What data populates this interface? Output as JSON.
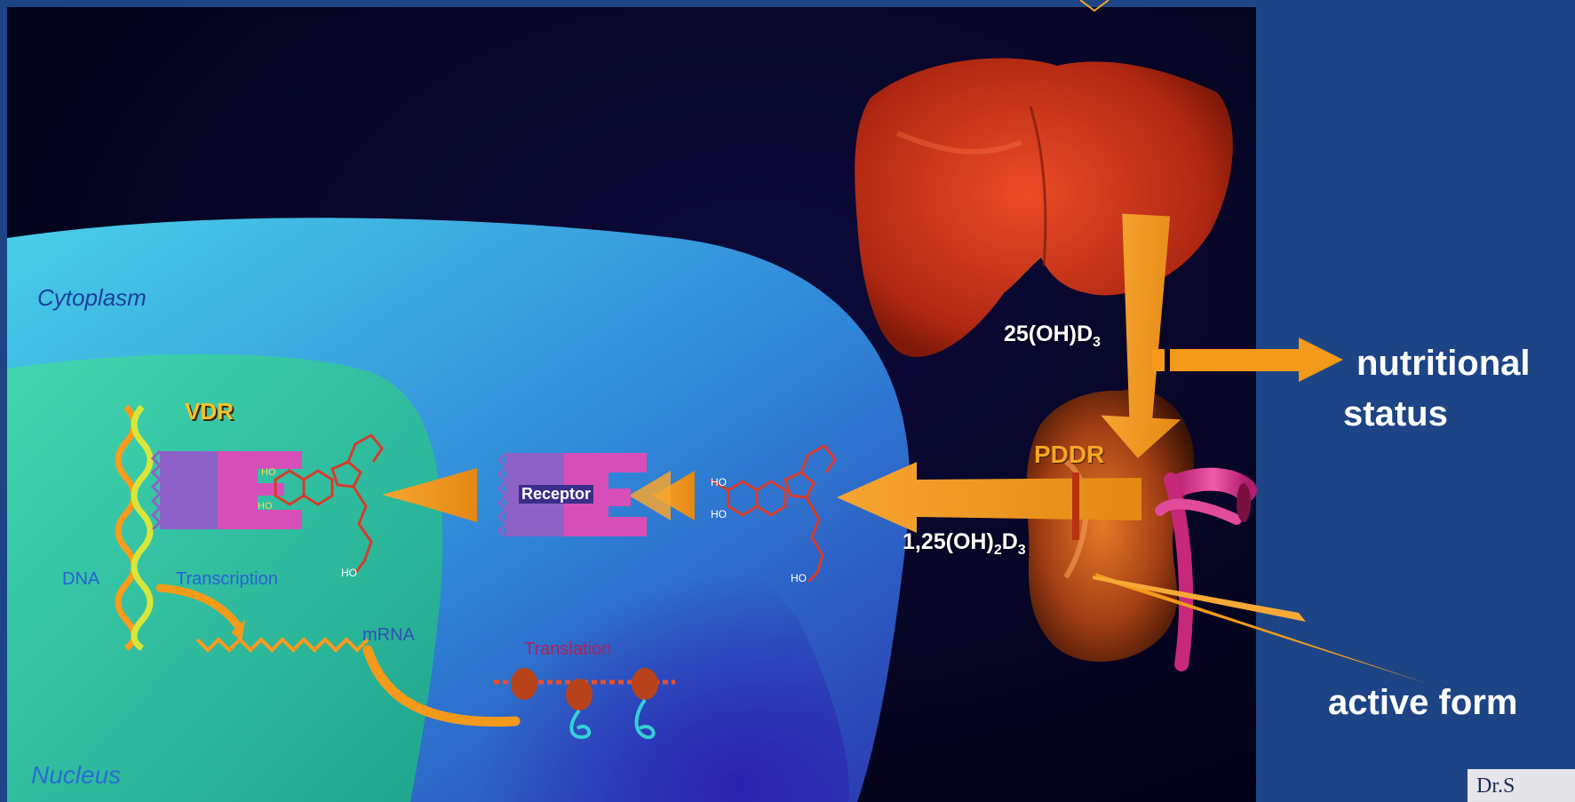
{
  "slide": {
    "annotations": {
      "nutritional_status_line1": "nutritional",
      "nutritional_status_line2": "status",
      "active_form": "active form"
    },
    "footer_badge": "Dr.S"
  },
  "figure": {
    "labels": {
      "cytoplasm": "Cytoplasm",
      "nucleus": "Nucleus",
      "vdr": "VDR",
      "receptor": "Receptor",
      "dna": "DNA",
      "transcription": "Transcription",
      "mrna": "mRNA",
      "translation": "Translation",
      "pddr": "PDDR",
      "metabolite_25": "25(OH)D",
      "metabolite_25_sub": "3",
      "metabolite_125_a": "1,25(OH)",
      "metabolite_125_sub1": "2",
      "metabolite_125_b": "D",
      "metabolite_125_sub2": "3",
      "ho": "HO"
    }
  },
  "colors": {
    "slide_background": "#1d4585",
    "figure_background": "#07062e",
    "arrow_orange": "#f39a1a",
    "cytoplasm": "#39c3dd",
    "nucleus": "#2fb7a0",
    "receptor_purple": "#8d62c6",
    "receptor_pink": "#d64fb8",
    "liver": "#c6331c",
    "kidney": "#a8441a"
  }
}
